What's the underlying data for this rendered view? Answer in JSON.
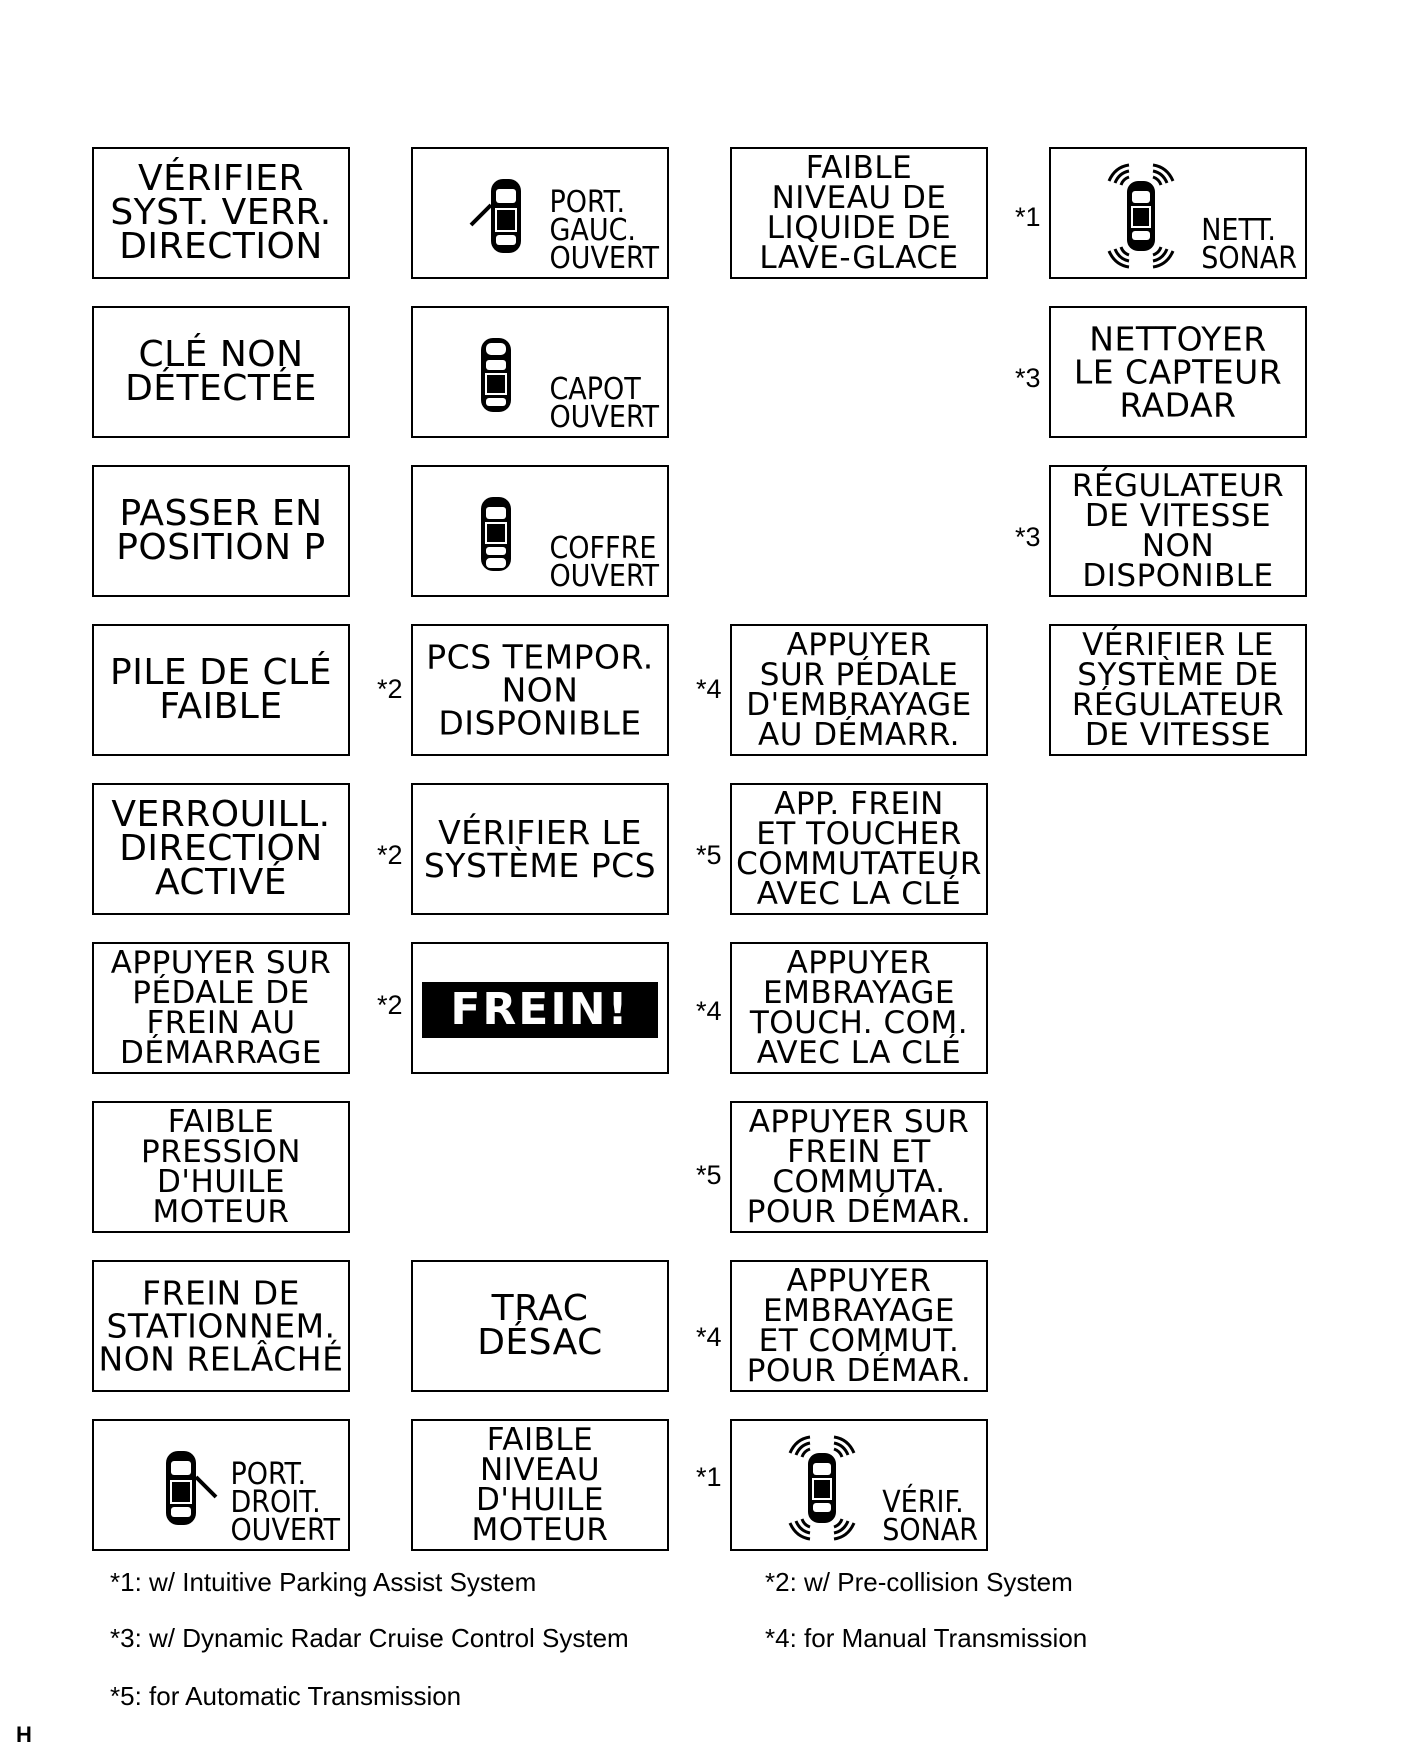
{
  "messages": {
    "c1r1": "VÉRIFIER\nSYST. VERR.\nDIRECTION",
    "c1r2": "CLÉ NON\nDÉTECTÉE",
    "c1r3": "PASSER EN\nPOSITION P",
    "c1r4": "PILE DE CLÉ\nFAIBLE",
    "c1r5": "VERROUILL.\nDIRECTION\nACTIVÉ",
    "c1r6": "APPUYER SUR\nPÉDALE DE\nFREIN AU\nDÉMARRAGE",
    "c1r7": "FAIBLE\nPRESSION\nD'HUILE\nMOTEUR",
    "c1r8": "FREIN DE\nSTATIONNEM.\nNON RELÂCHÉ",
    "c1r9": "PORT.\nDROIT.\nOUVERT",
    "c2r1": "PORT.\nGAUC.\nOUVERT",
    "c2r2": "CAPOT\nOUVERT",
    "c2r3": "COFFRE\nOUVERT",
    "c2r4": "PCS TEMPOR.\nNON\nDISPONIBLE",
    "c2r5": "VÉRIFIER LE\nSYSTÈME PCS",
    "c2r6": "FREIN!",
    "c2r8": "TRAC\nDÉSAC",
    "c2r9": "FAIBLE\nNIVEAU\nD'HUILE\nMOTEUR",
    "c3r1": "FAIBLE\nNIVEAU DE\nLIQUIDE DE\nLAVE-GLACE",
    "c3r4": "APPUYER\nSUR PÉDALE\nD'EMBRAYAGE\nAU DÉMARR.",
    "c3r5": "APP. FREIN\nET TOUCHER\nCOMMUTATEUR\nAVEC LA CLÉ",
    "c3r6": "APPUYER\nEMBRAYAGE\nTOUCH. COM.\nAVEC LA CLÉ",
    "c3r7": "APPUYER SUR\nFREIN ET\nCOMMUTA.\nPOUR DÉMAR.",
    "c3r8": "APPUYER\nEMBRAYAGE\nET COMMUT.\nPOUR DÉMAR.",
    "c3r9": "VÉRIF.\nSONAR",
    "c4r1": "NETT.\nSONAR",
    "c4r2": "NETTOYER\nLE CAPTEUR\nRADAR",
    "c4r3": "RÉGULATEUR\nDE VITESSE\nNON\nDISPONIBLE",
    "c4r4": "VÉRIFIER LE\nSYSTÈME DE\nRÉGULATEUR\nDE VITESSE"
  },
  "markers": {
    "c4r1": "*1",
    "c4r2": "*3",
    "c4r3": "*3",
    "c2r4": "*2",
    "c3r4": "*4",
    "c2r5": "*2",
    "c3r5": "*5",
    "c2r6": "*2",
    "c3r6": "*4",
    "c3r7": "*5",
    "c3r8": "*4",
    "c3r9": "*1"
  },
  "footnotes": {
    "n1": "*1: w/ Intuitive Parking Assist System",
    "n2": "*2: w/ Pre-collision System",
    "n3": "*3: w/ Dynamic Radar Cruise Control System",
    "n4": "*4: for Manual Transmission",
    "n5": "*5: for Automatic Transmission"
  },
  "corner_label": "H",
  "icons": {
    "door_left": "car-left-door-open-icon",
    "hood": "car-hood-open-icon",
    "trunk": "car-trunk-open-icon",
    "door_right": "car-right-door-open-icon",
    "sonar": "car-sonar-icon"
  }
}
